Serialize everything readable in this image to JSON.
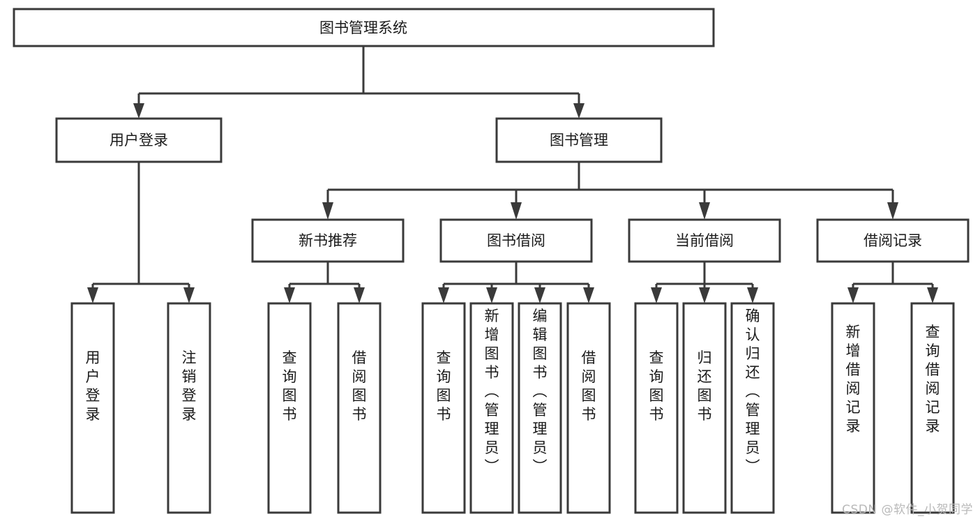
{
  "diagram": {
    "type": "tree-hierarchy",
    "orientation": "top-down",
    "root": {
      "id": "root",
      "label": "图书管理系统"
    },
    "level2": [
      {
        "id": "user-login",
        "label": "用户登录"
      },
      {
        "id": "book-management",
        "label": "图书管理"
      }
    ],
    "level3": [
      {
        "id": "new-book-recommend",
        "label": "新书推荐",
        "parent": "book-management"
      },
      {
        "id": "book-borrow",
        "label": "图书借阅",
        "parent": "book-management"
      },
      {
        "id": "current-borrow",
        "label": "当前借阅",
        "parent": "book-management"
      },
      {
        "id": "borrow-record",
        "label": "借阅记录",
        "parent": "book-management"
      }
    ],
    "leaves": {
      "user_login": [
        {
          "id": "leaf-user-login",
          "label": "用户登录"
        },
        {
          "id": "leaf-logout-login",
          "label": "注销登录"
        }
      ],
      "new_book_recommend": [
        {
          "id": "leaf-query-book-1",
          "label": "查询图书"
        },
        {
          "id": "leaf-borrow-book-1",
          "label": "借阅图书"
        }
      ],
      "book_borrow": [
        {
          "id": "leaf-query-book-2",
          "label": "查询图书"
        },
        {
          "id": "leaf-add-book",
          "label": "新增图书（管理员）"
        },
        {
          "id": "leaf-edit-book",
          "label": "编辑图书（管理员）"
        },
        {
          "id": "leaf-borrow-book-2",
          "label": "借阅图书"
        }
      ],
      "current_borrow": [
        {
          "id": "leaf-query-book-3",
          "label": "查询图书"
        },
        {
          "id": "leaf-return-book",
          "label": "归还图书"
        },
        {
          "id": "leaf-confirm-return",
          "label": "确认归还（管理员）"
        }
      ],
      "borrow_record": [
        {
          "id": "leaf-add-record",
          "label": "新增借阅记录"
        },
        {
          "id": "leaf-query-record",
          "label": "查询借阅记录"
        }
      ]
    },
    "watermark": "CSDN @软件_小贺同学",
    "colors": {
      "stroke": "#3a3a3a",
      "fill": "#ffffff",
      "text": "#1a1a1a",
      "watermark": "#b9b9b9"
    }
  }
}
